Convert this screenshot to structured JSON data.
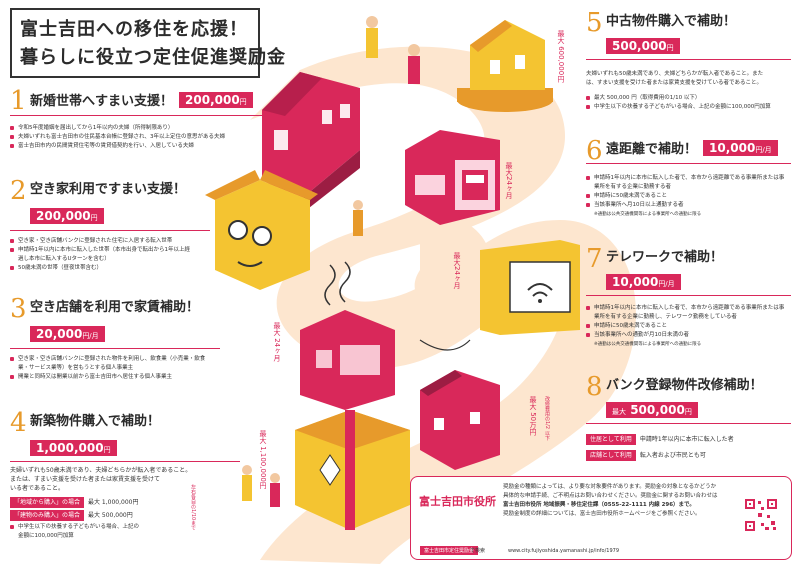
{
  "title": {
    "line1": "富士吉田への移住を応援！",
    "line2": "暮らしに役立つ定住促進奨励金"
  },
  "sections": [
    {
      "number": "1",
      "heading": "新婚世帯へすまい支援！",
      "amount": "200,000",
      "amount_unit": "円",
      "items": [
        "令和5年度婚姻を届出してから1年以内の夫婦（所得制限あり）",
        "夫婦いずれも富士吉田市の住民基本台帳に登録され、3年以上定住の意思がある夫婦",
        "富士吉田市内の民間賃貸住宅等の賃貸借契約を行い、入居している夫婦"
      ]
    },
    {
      "number": "2",
      "heading": "空き家利用ですまい支援！",
      "amount": "200,000",
      "amount_unit": "円",
      "items": [
        "空き家・空き店舗バンクに登録された住宅に入居する転入世帯",
        "申請時1年以内に本市に転入した世帯（本市出身で転出から1年以上経過し本市に転入するUターンを含む）",
        "50歳未満の世帯（昼夜世帯含む）"
      ]
    },
    {
      "number": "3",
      "heading": "空き店舗を利用で家賃補助！",
      "amount": "20,000",
      "amount_unit": "円/月",
      "items": [
        "空き家・空き店舗バンクに登録された物件を利用し、飲食業（小売業・飲食業・サービス業等）を営もうとする個人事業主",
        "開業と同時又は開業以前から富士吉田市へ居住する個人事業主"
      ]
    },
    {
      "number": "4",
      "heading": "新築物件購入で補助！",
      "amount": "1,000,000",
      "amount_unit": "円",
      "para": [
        "夫婦いずれも50歳未満であり、夫婦どちらかが転入者であること。",
        "または、すまい支援を受けた者または家賃支援を受けて",
        "いる者であること。"
      ],
      "chips": [
        {
          "label": "「地域から購入」の場合",
          "value": "最大 1,000,000円"
        },
        {
          "label": "「建物のみ購入」の場合",
          "value": "最大 500,000円"
        }
      ],
      "extra": "中学生以下の扶養する子どもがいる場合、上記の金額に100,000円加算",
      "side_note": "左右各自の1/10まで"
    },
    {
      "number": "5",
      "heading": "中古物件購入で補助！",
      "amount": "500,000",
      "amount_unit": "円",
      "para": [
        "夫婦いずれも50歳未満であり、夫婦どちらかが転入者であること。また",
        "は、すまい支援を受けた者または家賃支援を受けている者であること。"
      ],
      "items": [
        "最大 500,000 円（取得費用の1/10 以下）",
        "中学生以下の扶養する子どもがいる場合、上記の金額に100,000円加算"
      ]
    },
    {
      "number": "6",
      "heading": "遠距離で補助！",
      "amount": "10,000",
      "amount_unit": "円/月",
      "items": [
        "申請時1年以内に本市に転入した者で、本市から遠距離である事業所または事業所を有する企業に勤務する者",
        "申請時に50歳未満であること",
        "当該事業所へ月10日以上通勤する者"
      ],
      "note": "※通勤は公共交通機関等による事業所への通勤に限る"
    },
    {
      "number": "7",
      "heading": "テレワークで補助！",
      "amount": "10,000",
      "amount_unit": "円/月",
      "items": [
        "申請時1年以内に本市に転入した者で、本市から遠距離である事業所または事業所を有する企業に勤務し、テレワーク勤務をしている者",
        "申請時に50歳未満であること",
        "当該事業所への通勤が月10日未満の者"
      ],
      "note": "※通勤は公共交通機関等による事業所への通勤に限る"
    },
    {
      "number": "8",
      "heading": "バンク登録物件改修補助！",
      "amount_prefix": "最大",
      "amount": "500,000",
      "amount_unit": "円",
      "chips": [
        {
          "label": "住居として利用",
          "value": "申請時1年以内に本市に転入した者"
        },
        {
          "label": "店舗として利用",
          "value": "転入者および市民とも可"
        }
      ]
    }
  ],
  "illustration_labels": {
    "max_600k": "最大 600,000円",
    "max_24_a": "最大24ヶ月",
    "max_24_b": "最大24ヶ月",
    "max_24_c": "最大 24ヶ月",
    "max_1100k": "最大 1,100,000円",
    "max_50k": "最大 50万円",
    "max_50k_note": "改修費用の1/2 以下"
  },
  "city_hall": {
    "name": "富士吉田市役所",
    "info": [
      "奨励金の種類によっては、より要な対象要件があります。奨励金の対象となるかどうか",
      "具体的な申請手続、ご不明点はお問い合わせください。奨励金に関するお問い合わせは",
      "富士吉田市役所 地域振興・移住定住課（0555-22-1111 内線 296）まで。",
      "奨励金制度の詳細については、富士吉田市役所ホームページをご参照ください。"
    ],
    "search_label": "富士吉田市定住奨励金",
    "search_suffix": "で検索",
    "url": "www.city.fujiyoshida.yamanashi.jp/info/1979"
  },
  "colors": {
    "accent": "#d9285a",
    "orange": "#e79a2b",
    "yellow": "#f4c431",
    "path": "#fde6cf"
  }
}
